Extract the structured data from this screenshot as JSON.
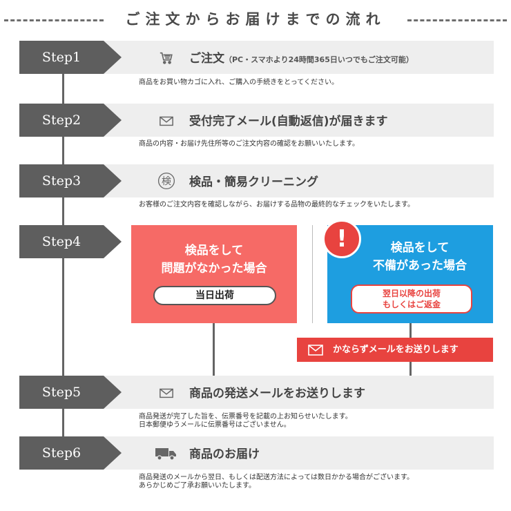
{
  "page": {
    "title": "ご注文からお届けまでの流れ"
  },
  "steps": [
    {
      "tag": "Step1",
      "icon": "cart-icon",
      "label": "ご注文",
      "note": "（PC・スマホより24時間365日いつでもご注文可能）",
      "desc": [
        "商品をお買い物カゴに入れ、ご購入の手続きをとってください。"
      ]
    },
    {
      "tag": "Step2",
      "icon": "mail-icon",
      "label": "受付完了メール(自動返信)が届きます",
      "note": "",
      "desc": [
        "商品の内容・お届け先住所等のご注文内容の確認をお願いいたします。"
      ]
    },
    {
      "tag": "Step3",
      "icon": "inspection-icon",
      "icon_char": "検",
      "label": "検品・簡易クリーニング",
      "note": "",
      "desc": [
        "お客様のご注文内容を確認しながら、お届けする品物の最終的なチェックをいたします。"
      ]
    },
    {
      "tag": "Step5",
      "icon": "mail-icon",
      "label": "商品の発送メールをお送りします",
      "note": "",
      "desc": [
        "商品発送が完了した旨を、伝票番号を記載の上お知らせいたします。",
        "日本郵便ゆうメールに伝票番号はございません。"
      ]
    },
    {
      "tag": "Step6",
      "icon": "truck-icon",
      "label": "商品のお届け",
      "note": "",
      "desc": [
        "商品発送のメールから翌日、もしくは配送方法によっては数日かかる場合がございます。",
        "あらかじめご了承お願いいたします。"
      ]
    }
  ],
  "step4": {
    "tag": "Step4",
    "ok_case": {
      "line1": "検品をして",
      "line2": "問題がなかった場合",
      "button": "当日出荷",
      "color": "#f66a66"
    },
    "ng_case": {
      "alert": "!",
      "line1": "検品をして",
      "line2": "不備があった場合",
      "button_line1": "翌日以降の出荷",
      "button_line2": "もしくはご返金",
      "color": "#1e9ee0"
    },
    "notice": {
      "icon": "mail-icon",
      "text": "かならずメールをお送りします",
      "color": "#e8433f"
    }
  }
}
